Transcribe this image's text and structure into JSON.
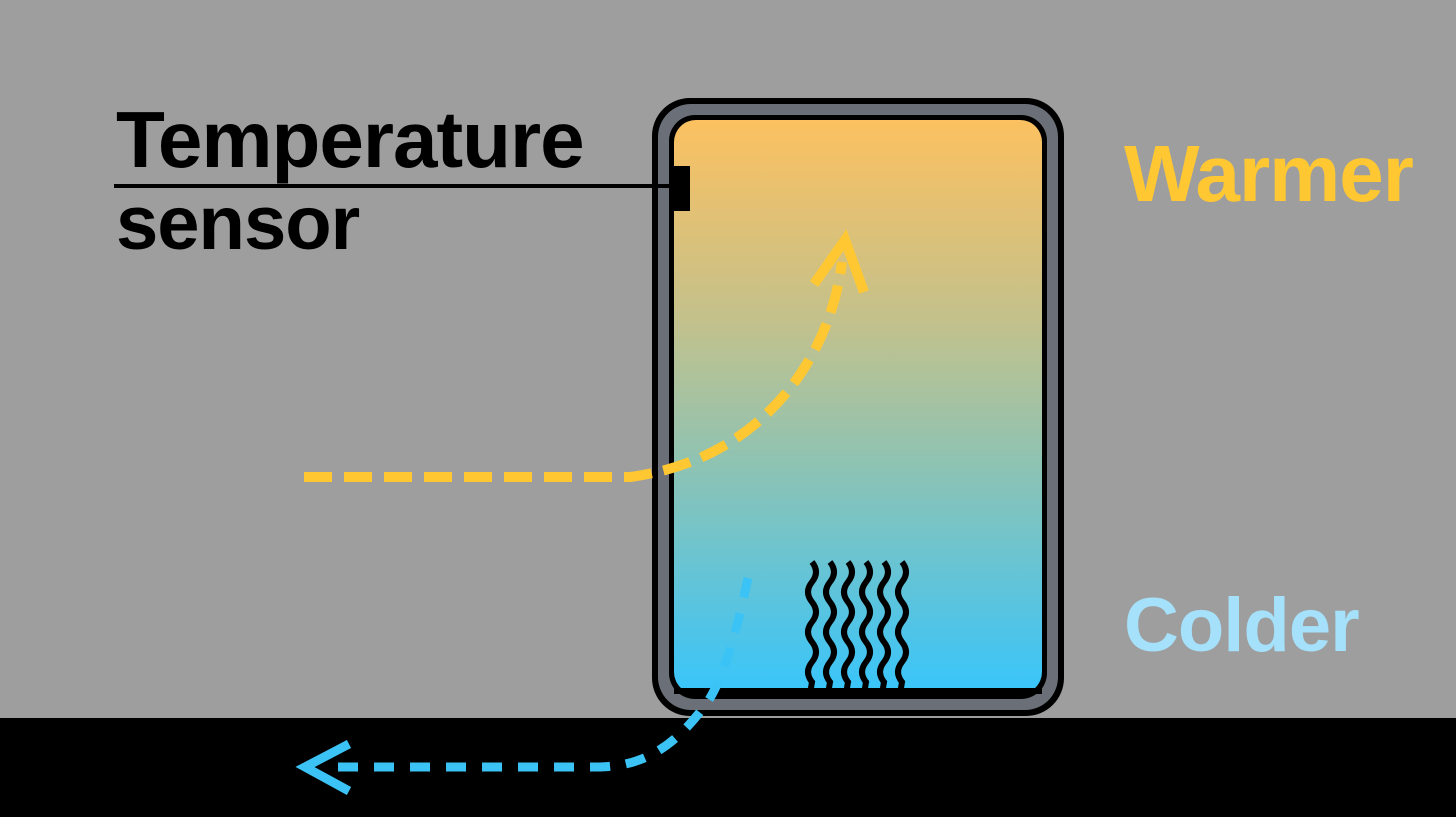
{
  "labels": {
    "sensor_line1": "Temperature",
    "sensor_line2": "sensor",
    "warmer": "Warmer",
    "colder": "Colder"
  },
  "colors": {
    "background": "#9e9e9e",
    "floor": "#000000",
    "warm": "#ffc832",
    "cold_arrow": "#3cc3f5",
    "cold_text": "#a5e1fa",
    "tank_outer_frame": "#6b7078",
    "tank_gradient_top": "#fcc160",
    "tank_gradient_bottom": "#38c5fb"
  },
  "icons": {
    "heater": "heater-coil-icon",
    "warm_arrow": "dashed-arrow-up-icon",
    "cold_arrow": "dashed-arrow-left-icon",
    "sensor": "temperature-sensor-icon"
  }
}
